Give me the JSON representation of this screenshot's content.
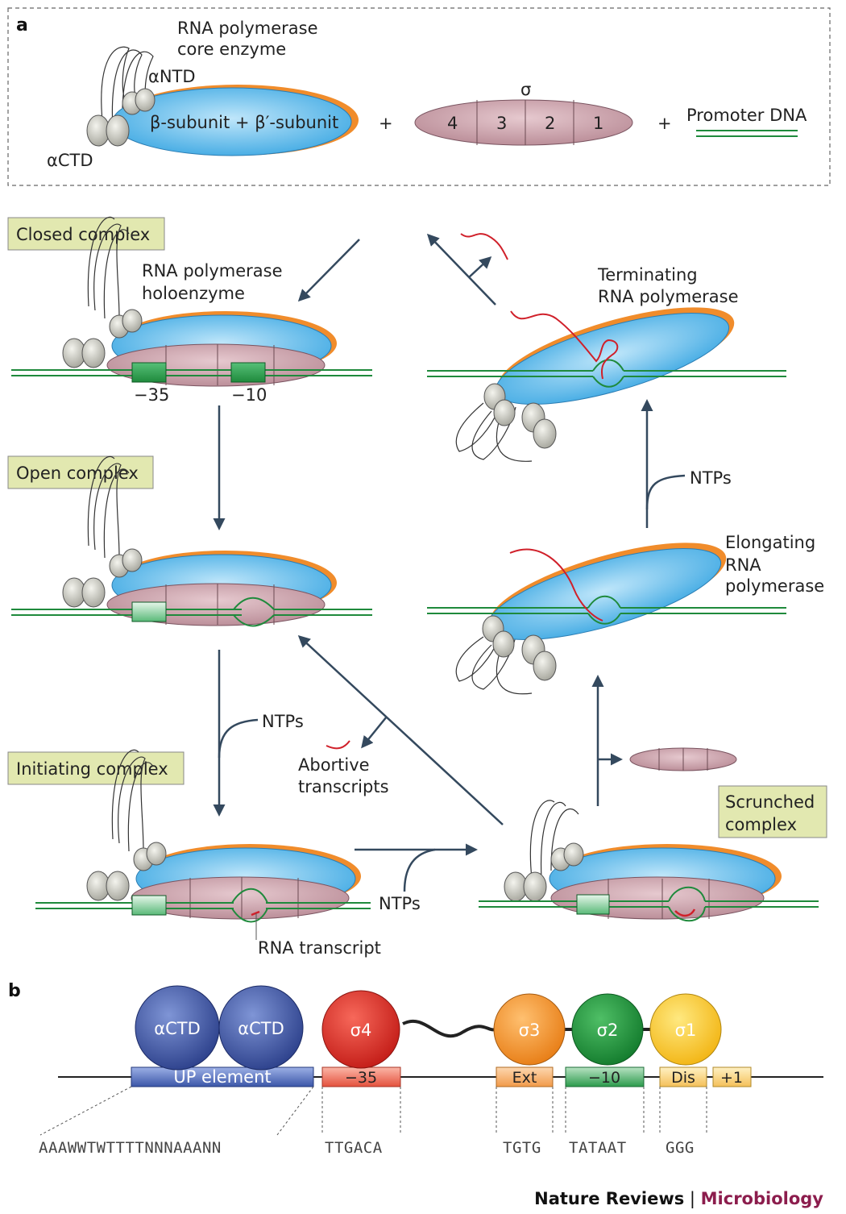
{
  "panel_a": {
    "label": "a",
    "core_enzyme_label": [
      "RNA polymerase",
      "core enzyme"
    ],
    "antd": "αNTD",
    "actd": "αCTD",
    "beta_label": "β-subunit + β′-subunit",
    "sigma": "σ",
    "sigma_regions": [
      "4",
      "3",
      "2",
      "1"
    ],
    "plus": "+",
    "promoter": "Promoter DNA"
  },
  "cycle": {
    "closed_complex": "Closed complex",
    "holoenzyme_label": [
      "RNA polymerase",
      "holoenzyme"
    ],
    "minus35": "−35",
    "minus10": "−10",
    "open_complex": "Open complex",
    "initiating_complex": "Initiating complex",
    "ntps": "NTPs",
    "abortive": [
      "Abortive",
      "transcripts"
    ],
    "rna_transcript": "RNA transcript",
    "scrunched": [
      "Scrunched",
      "complex"
    ],
    "elongating": [
      "Elongating",
      "RNA",
      "polymerase"
    ],
    "terminating": [
      "Terminating",
      "RNA polymerase"
    ]
  },
  "panel_b": {
    "label": "b",
    "circles": [
      "αCTD",
      "αCTD",
      "σ4",
      "σ3",
      "σ2",
      "σ1"
    ],
    "elements": [
      "UP element",
      "−35",
      "Ext",
      "−10",
      "Dis",
      "+1"
    ],
    "sequences": [
      "AAAWWTWTTTTNNNAAANN",
      "TTGACA",
      "TGTG",
      "TATAAT",
      "GGG"
    ]
  },
  "credit": {
    "journal": "Nature Reviews",
    "sep": " | ",
    "section": "Microbiology"
  },
  "colors": {
    "blue": "#5bb8ea",
    "orange": "#f08c2b",
    "mauve": "#c89aa4",
    "green": "#1f8a3c",
    "red": "#d0202a",
    "box": "#e2e8b0"
  }
}
